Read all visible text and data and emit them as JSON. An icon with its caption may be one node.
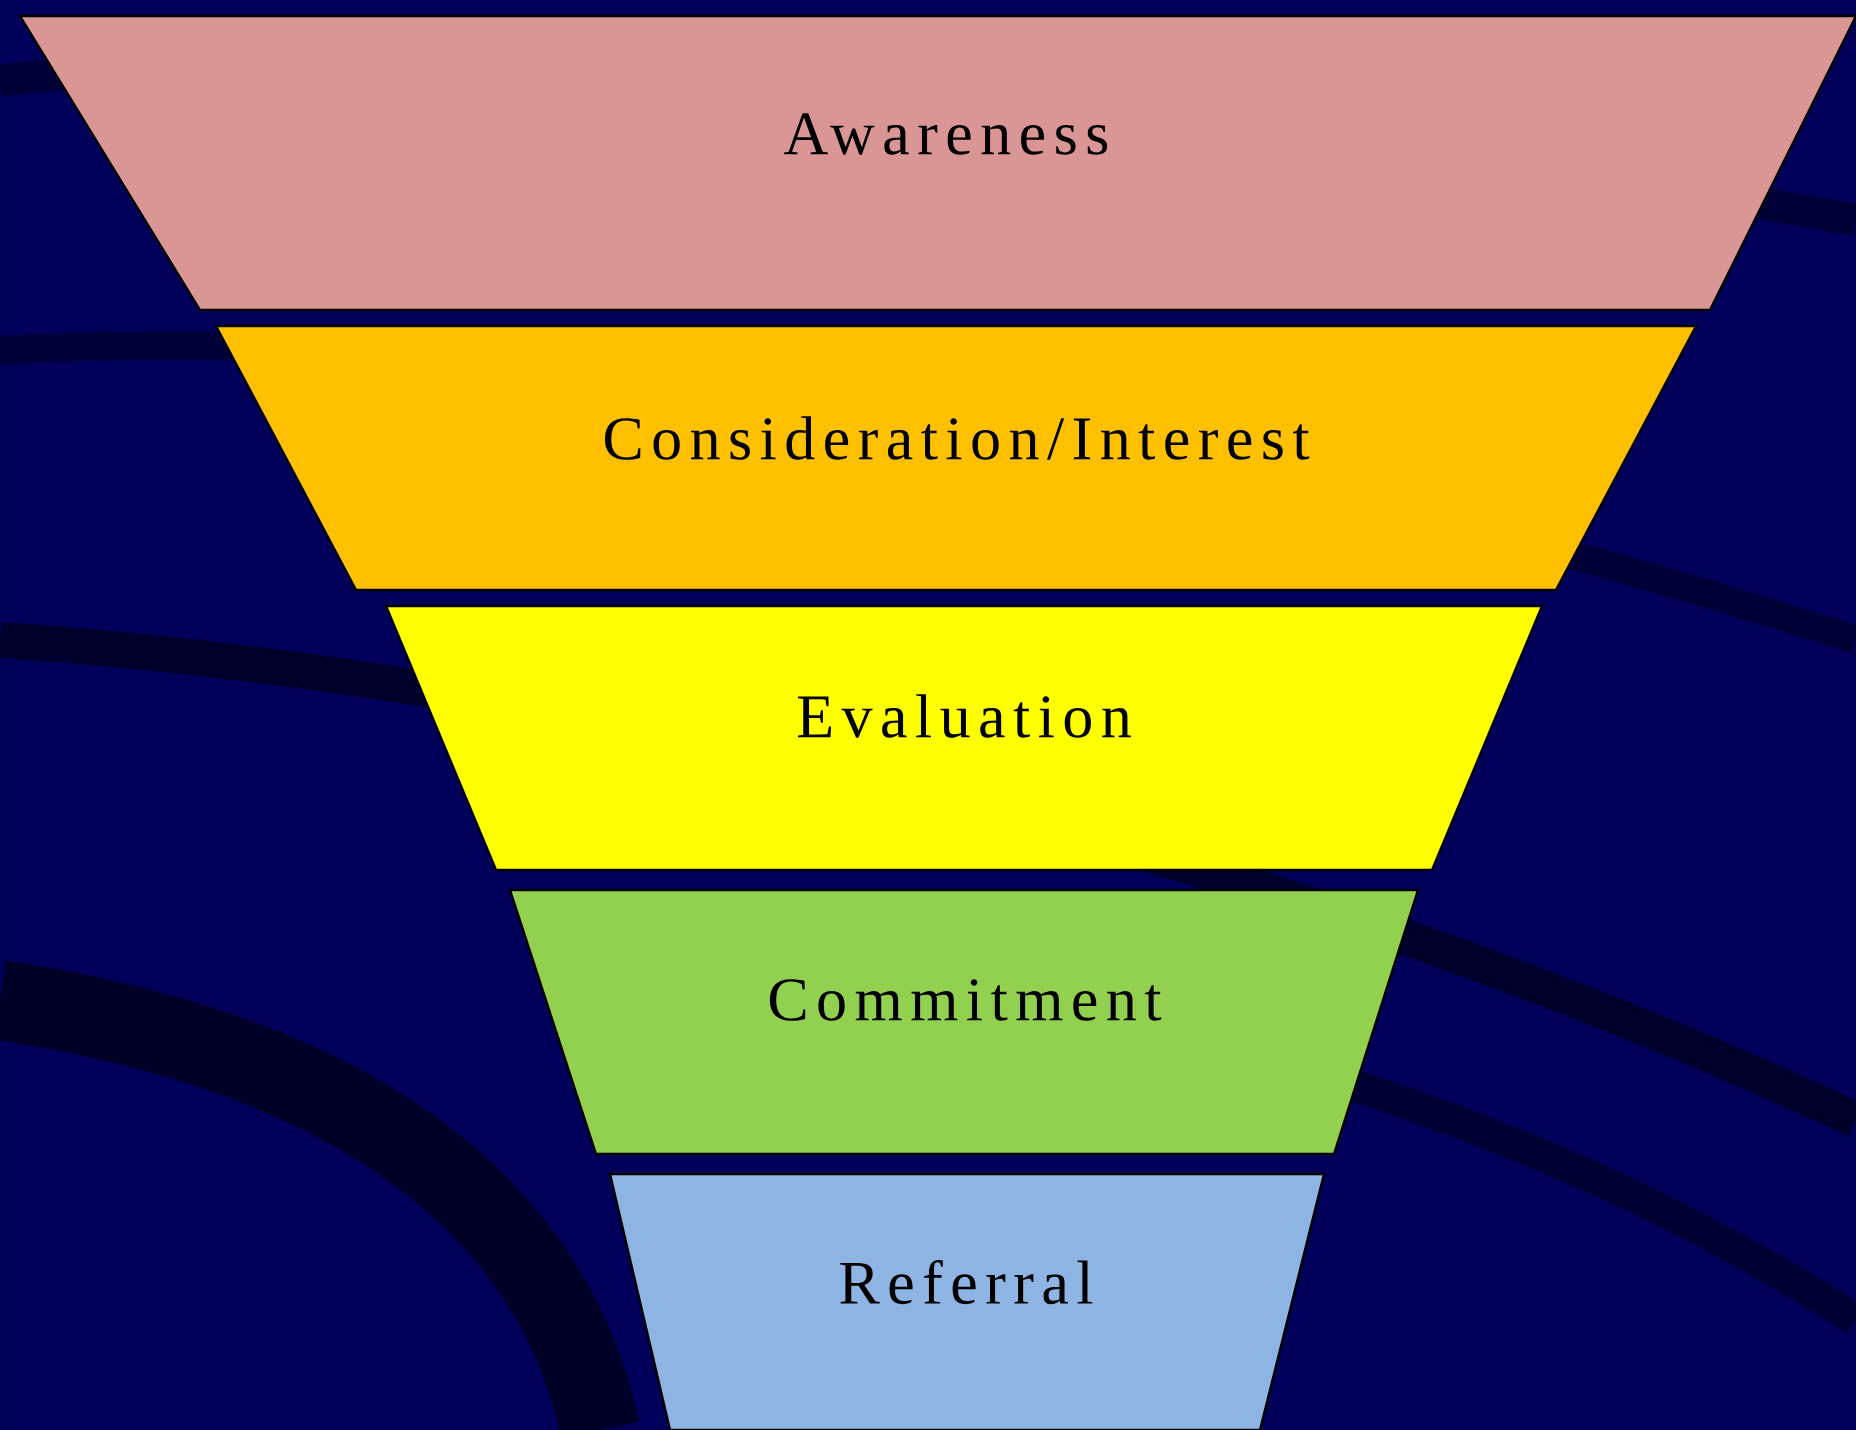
{
  "diagram": {
    "nodes": [
      {
        "text": [
          "Awareness"
        ]
      },
      {
        "text": [
          "Consideration/Interest"
        ]
      },
      {
        "text": [
          "Evaluation"
        ]
      },
      {
        "text": [
          "Commitment"
        ]
      },
      {
        "text": [
          "Referral"
        ]
      }
    ]
  }
}
